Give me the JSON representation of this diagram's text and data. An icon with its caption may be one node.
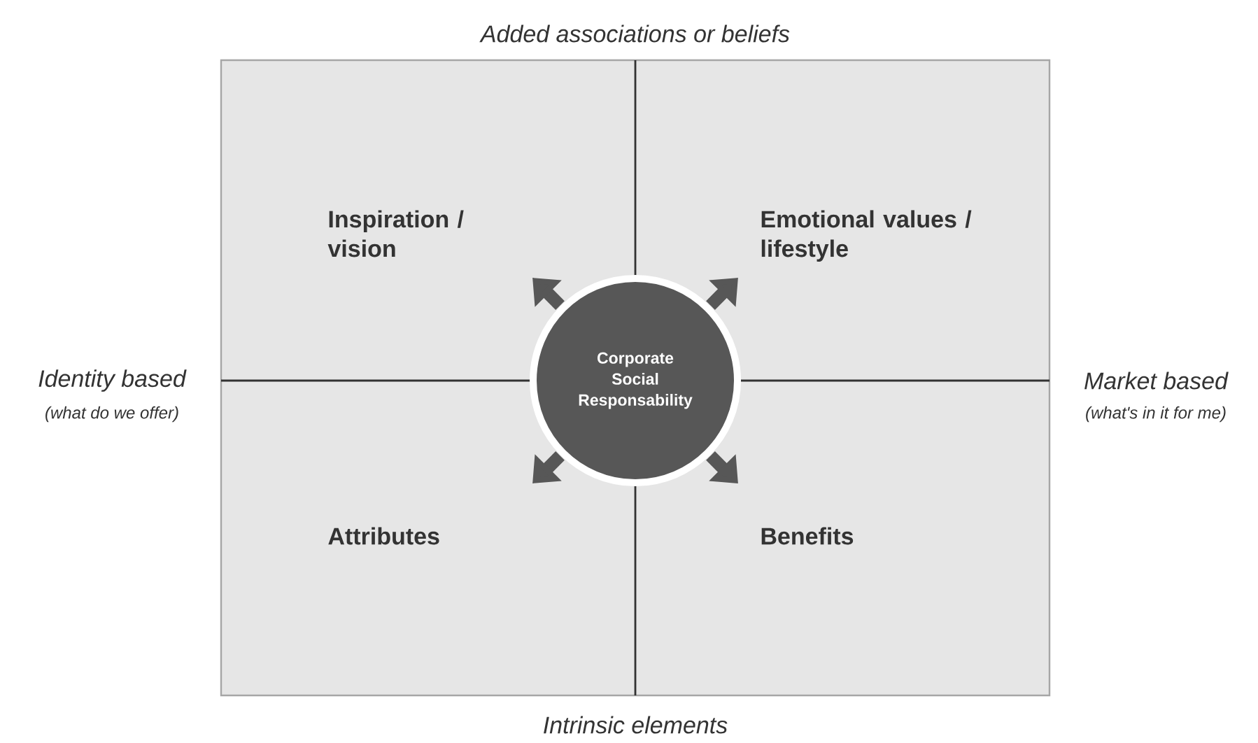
{
  "diagram": {
    "nodes": [
      {
        "text": [
          "Inspiration / vision"
        ]
      },
      {
        "text": [
          "Emotional values / lifestyle"
        ]
      },
      {
        "text": [
          "Attributes"
        ]
      },
      {
        "text": [
          "Benefits"
        ]
      },
      {
        "text": [
          "Corporate Social Responsability"
        ]
      }
    ],
    "edges": [
      {
        "from": 4,
        "to": 0,
        "arrow": "to"
      },
      {
        "from": 4,
        "to": 1,
        "arrow": "to"
      },
      {
        "from": 4,
        "to": 2,
        "arrow": "to"
      },
      {
        "from": 4,
        "to": 3,
        "arrow": "to"
      }
    ],
    "labels": [
      "Added associations or beliefs",
      "Identity based",
      "(what do we offer)",
      "Market based",
      "(what's in it for me)",
      "Intrinsic elements"
    ]
  }
}
